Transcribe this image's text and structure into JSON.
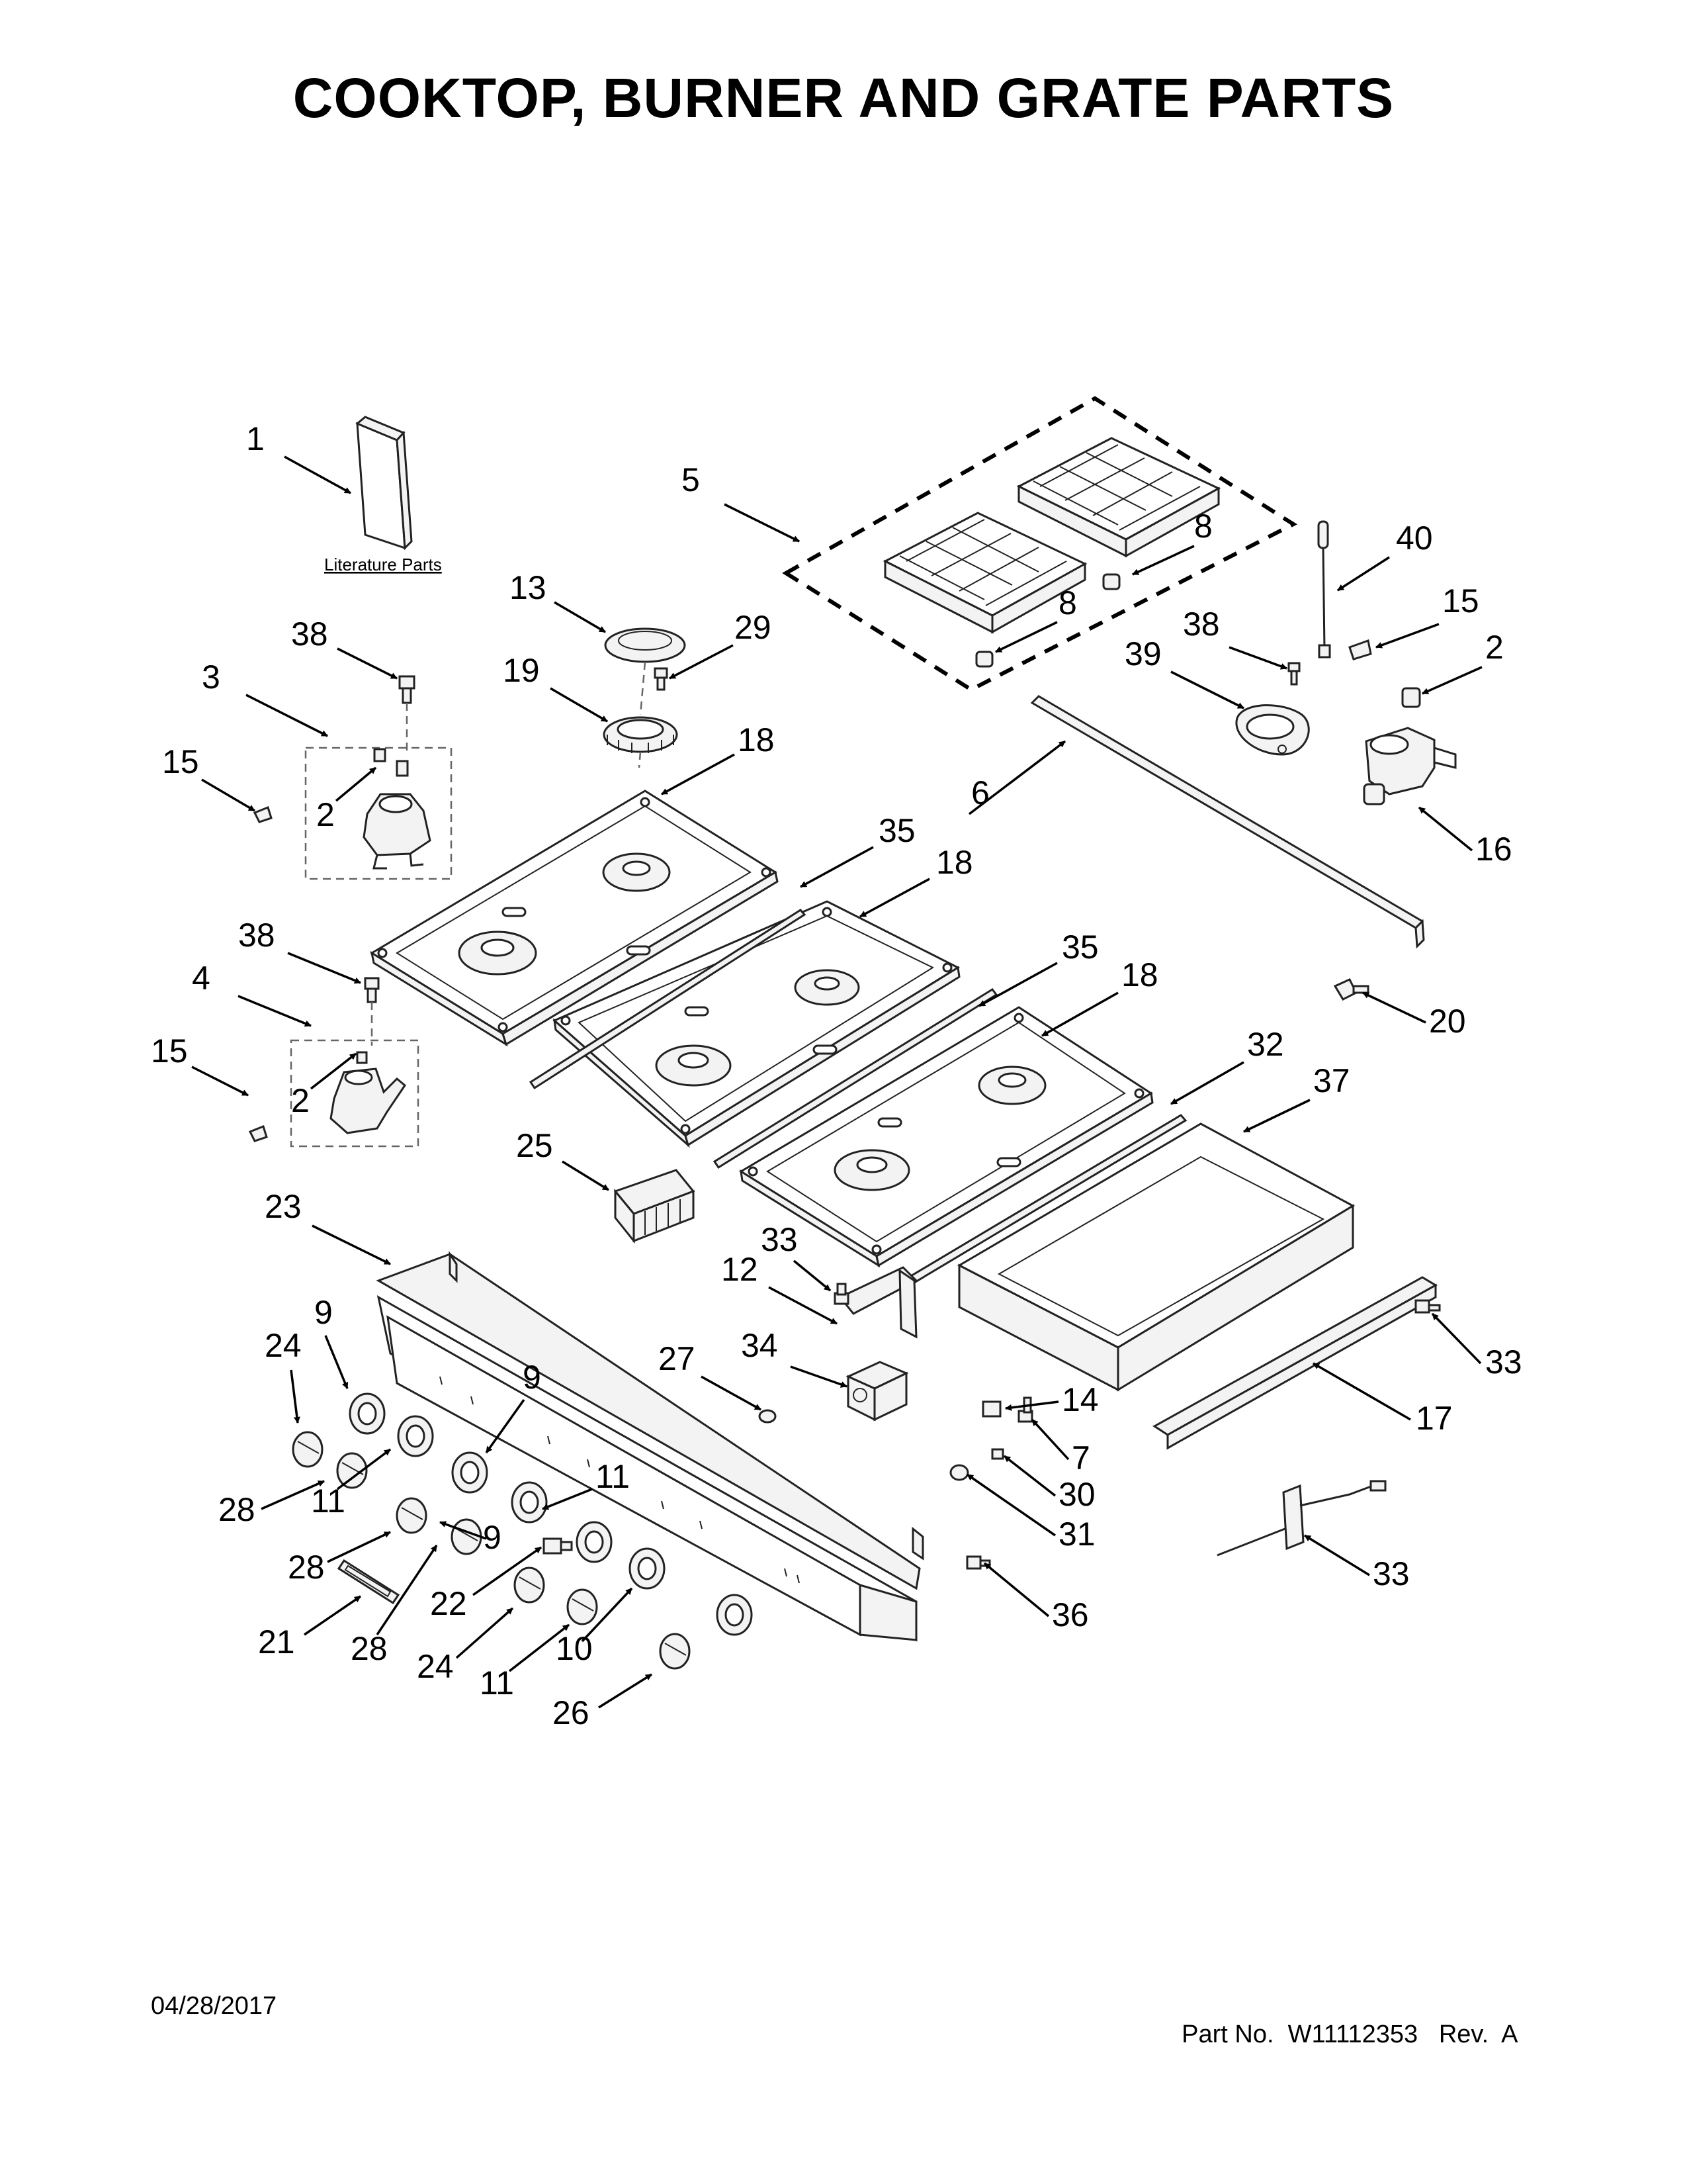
{
  "title": "COOKTOP, BURNER AND GRATE PARTS",
  "literature_label": "Literature Parts",
  "footer": {
    "date": "04/28/2017",
    "part_no_label": "Part No.",
    "part_no": "W11112353",
    "rev_label": "Rev.",
    "rev": "A"
  },
  "callouts": [
    "1",
    "5",
    "8",
    "8",
    "40",
    "38",
    "15",
    "2",
    "39",
    "13",
    "29",
    "38",
    "19",
    "3",
    "15",
    "2",
    "18",
    "6",
    "16",
    "35",
    "18",
    "20",
    "38",
    "4",
    "15",
    "2",
    "35",
    "18",
    "32",
    "37",
    "25",
    "23",
    "33",
    "12",
    "9",
    "24",
    "9",
    "34",
    "27",
    "14",
    "33",
    "17",
    "7",
    "30",
    "31",
    "28",
    "11",
    "11",
    "28",
    "9",
    "22",
    "21",
    "28",
    "24",
    "11",
    "10",
    "33",
    "36",
    "26"
  ]
}
